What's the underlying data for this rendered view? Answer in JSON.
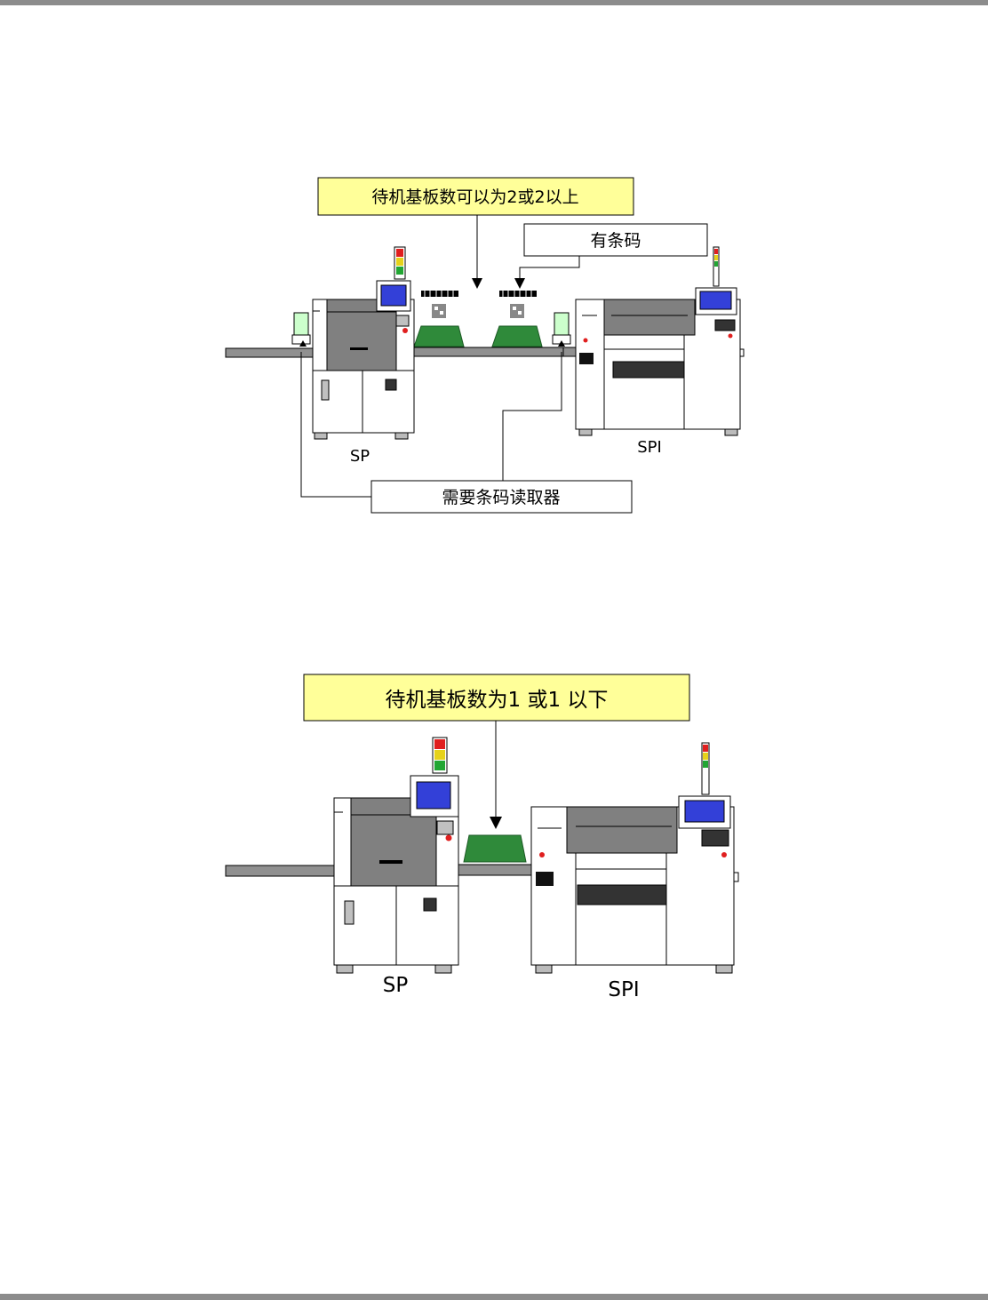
{
  "colors": {
    "rule": "#8c8c8c",
    "callout_fill": "#ffff99",
    "machine_body": "#808080",
    "screen": "#3340d8",
    "pcb": "#2f8a3a",
    "reader": "#ccffcc",
    "signal_red": "#e01f1f",
    "signal_yellow": "#e6d21a",
    "signal_green": "#22a633"
  },
  "diagram1": {
    "callout": "待机基板数可以为2或2以上",
    "barcode_note": "有条码",
    "reader_note": "需要条码读取器",
    "machine_left": "SP",
    "machine_right": "SPI"
  },
  "diagram2": {
    "callout": "待机基板数为1 或1 以下",
    "machine_left": "SP",
    "machine_right": "SPI"
  }
}
